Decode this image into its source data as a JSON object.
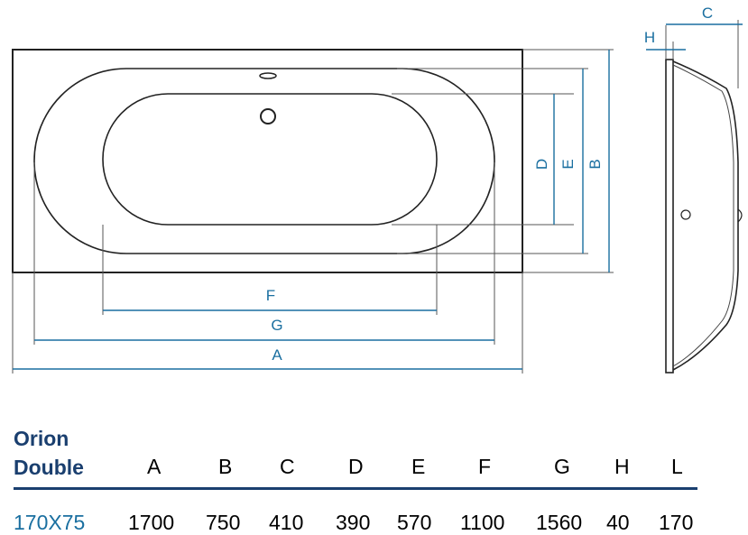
{
  "dimensions": {
    "a_label": "A",
    "b_label": "B",
    "c_label": "C",
    "d_label": "D",
    "e_label": "E",
    "f_label": "F",
    "g_label": "G",
    "h_label": "H"
  },
  "table": {
    "product_line1": "Orion",
    "product_line2": "Double",
    "headers": [
      "A",
      "B",
      "C",
      "D",
      "E",
      "F",
      "G",
      "H",
      "L"
    ],
    "model": "170X75",
    "values": [
      "1700",
      "750",
      "410",
      "390",
      "570",
      "1100",
      "1560",
      "40",
      "170"
    ]
  },
  "colors": {
    "dimension_lines": "#1a6fa0",
    "outline": "#222222",
    "header_rule": "#1a3f6f"
  }
}
